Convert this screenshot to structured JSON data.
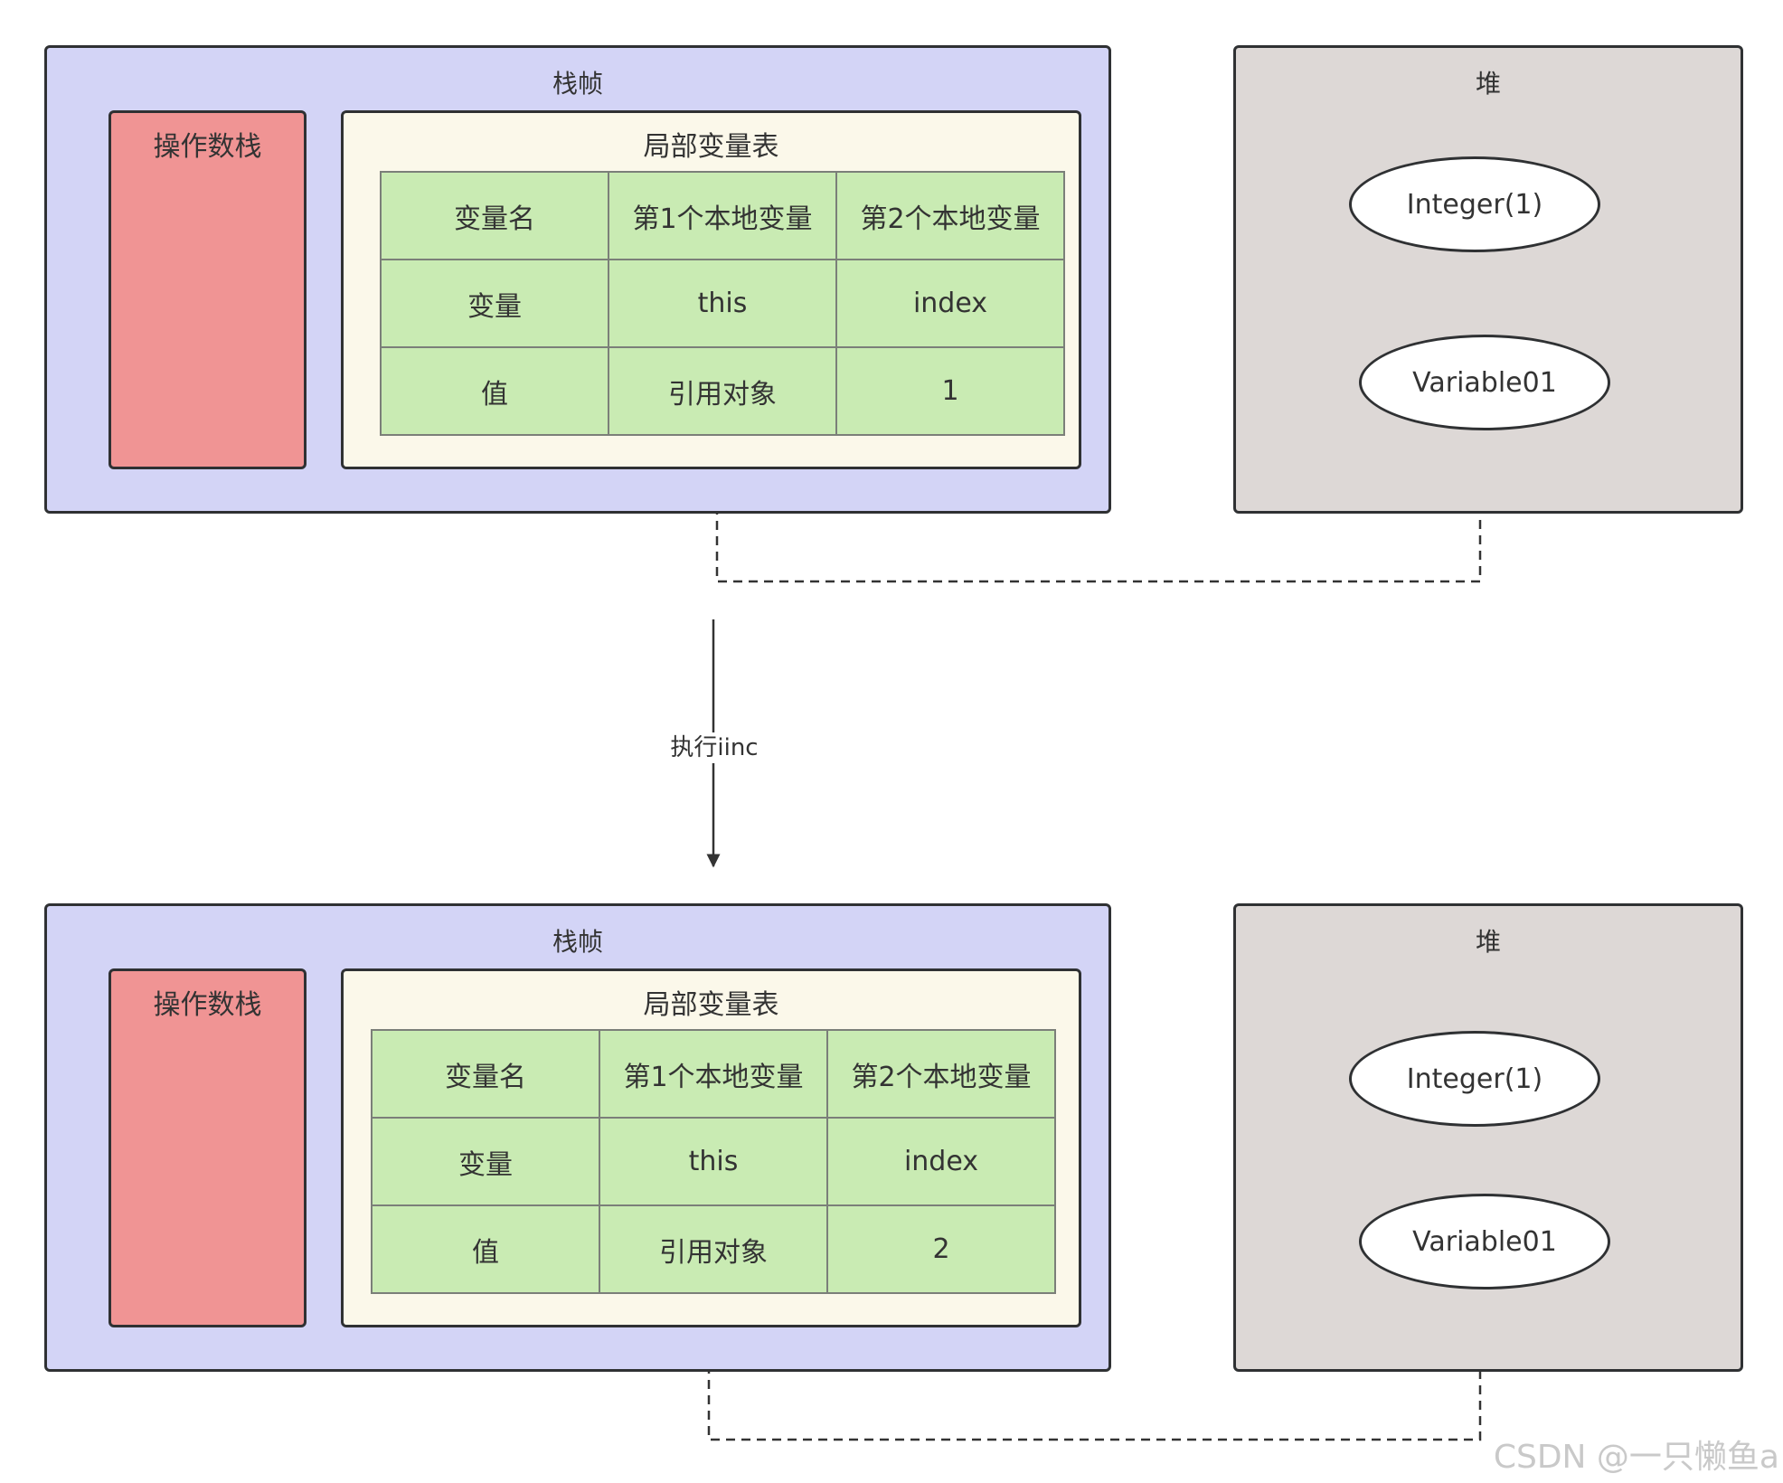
{
  "colors": {
    "frame_fill": "#d3d4f6",
    "operand_stack_fill": "#f09494",
    "local_table_fill": "#fbf8ea",
    "table_cell_fill": "#c9ebb3",
    "heap_fill": "#ddd8d6",
    "outline": "#2f3133"
  },
  "top": {
    "frame_title": "栈帧",
    "operand_stack_label": "操作数栈",
    "local_table_title": "局部变量表",
    "table": {
      "rows": [
        [
          "变量名",
          "第1个本地变量",
          "第2个本地变量"
        ],
        [
          "变量",
          "this",
          "index"
        ],
        [
          "值",
          "引用对象",
          "1"
        ]
      ]
    },
    "heap_title": "堆",
    "heap_objects": [
      "Integer(1)",
      "Variable01"
    ]
  },
  "step_label": "执行iinc",
  "bottom": {
    "frame_title": "栈帧",
    "operand_stack_label": "操作数栈",
    "local_table_title": "局部变量表",
    "table": {
      "rows": [
        [
          "变量名",
          "第1个本地变量",
          "第2个本地变量"
        ],
        [
          "变量",
          "this",
          "index"
        ],
        [
          "值",
          "引用对象",
          "2"
        ]
      ]
    },
    "heap_title": "堆",
    "heap_objects": [
      "Integer(1)",
      "Variable01"
    ]
  },
  "watermark": "CSDN @一只懒鱼a"
}
